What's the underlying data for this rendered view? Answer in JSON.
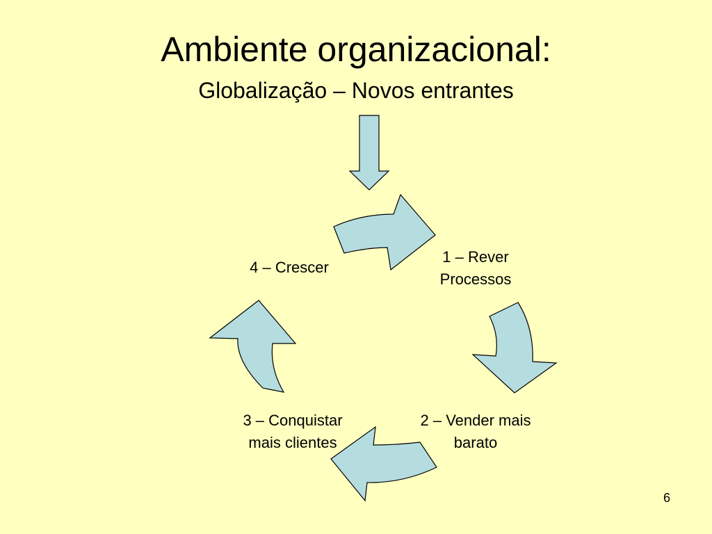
{
  "slide": {
    "title": "Ambiente organizacional:",
    "subtitle": "Globalização – Novos entrantes",
    "page_number": "6"
  },
  "cycle": {
    "steps": [
      {
        "label_line1": "1 – Rever",
        "label_line2": "Processos"
      },
      {
        "label_line1": "2 – Vender mais",
        "label_line2": "barato"
      },
      {
        "label_line1": "3 – Conquistar",
        "label_line2": "mais clientes"
      },
      {
        "label_line1": "4 – Crescer",
        "label_line2": ""
      }
    ]
  },
  "colors": {
    "background": "#ffffc0",
    "arrow_fill": "#b5dde0",
    "arrow_stroke": "#000000"
  }
}
